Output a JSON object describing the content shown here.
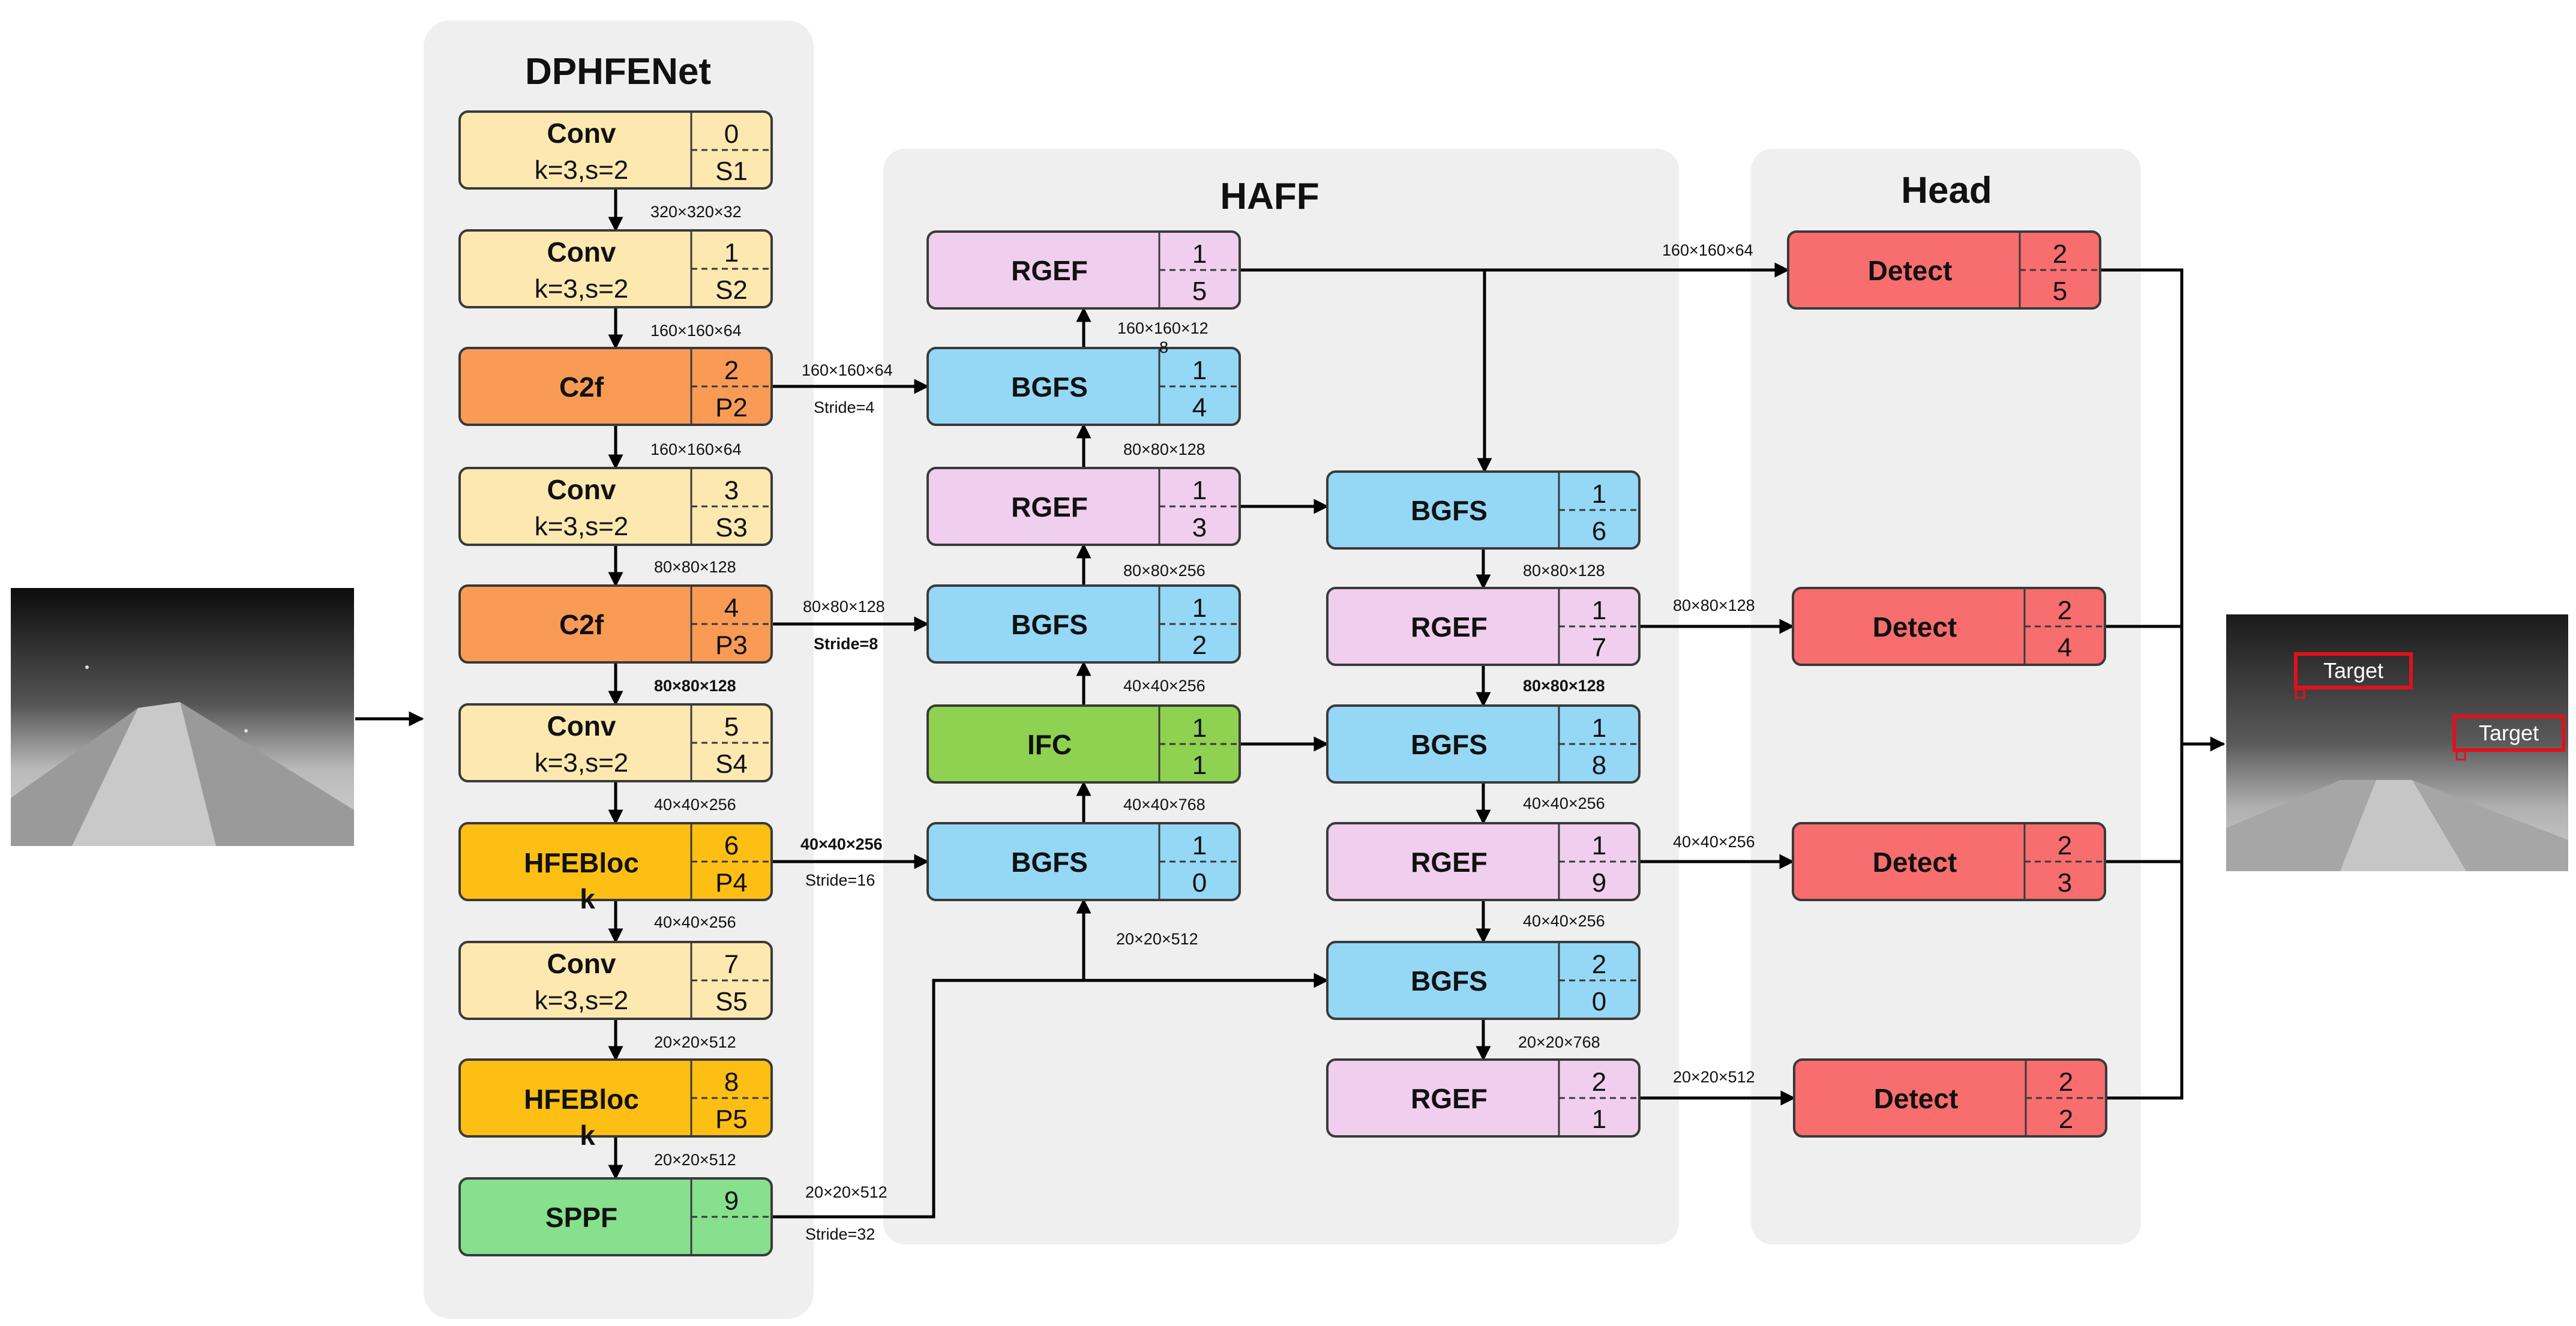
{
  "panels": {
    "backbone": "DPHFENet",
    "neck": "HAFF",
    "head": "Head"
  },
  "colors": {
    "panel_bg": "#efefef",
    "conv": "#fde9b0",
    "c2f": "#f99b55",
    "hfeb": "#fdbf14",
    "sppf": "#86e08e",
    "rgef": "#f0cfee",
    "bgfs": "#94d8f6",
    "ifc": "#8fd150",
    "detect": "#f86d6d",
    "target_box": "#e0111b"
  },
  "blocks": [
    {
      "id": "b0",
      "name": "Conv",
      "param": "k=3,s=2",
      "top": "0",
      "bottom": "S1"
    },
    {
      "id": "b1",
      "name": "Conv",
      "param": "k=3,s=2",
      "top": "1",
      "bottom": "S2"
    },
    {
      "id": "b2",
      "name": "C2f",
      "top": "2",
      "bottom": "P2"
    },
    {
      "id": "b3",
      "name": "Conv",
      "param": "k=3,s=2",
      "top": "3",
      "bottom": "S3"
    },
    {
      "id": "b4",
      "name": "C2f",
      "top": "4",
      "bottom": "P3"
    },
    {
      "id": "b5",
      "name": "Conv",
      "param": "k=3,s=2",
      "top": "5",
      "bottom": "S4"
    },
    {
      "id": "b6",
      "name": "HFEBloc",
      "name2": "k",
      "top": "6",
      "bottom": "P4"
    },
    {
      "id": "b7",
      "name": "Conv",
      "param": "k=3,s=2",
      "top": "7",
      "bottom": "S5"
    },
    {
      "id": "b8",
      "name": "HFEBloc",
      "name2": "k",
      "top": "8",
      "bottom": "P5"
    },
    {
      "id": "b9",
      "name": "SPPF",
      "top": "9",
      "bottom": ""
    },
    {
      "id": "b10",
      "name": "BGFS",
      "top": "1",
      "bottom": "0"
    },
    {
      "id": "b11",
      "name": "IFC",
      "top": "1",
      "bottom": "1"
    },
    {
      "id": "b12",
      "name": "BGFS",
      "top": "1",
      "bottom": "2"
    },
    {
      "id": "b13",
      "name": "RGEF",
      "top": "1",
      "bottom": "3"
    },
    {
      "id": "b14",
      "name": "BGFS",
      "top": "1",
      "bottom": "4"
    },
    {
      "id": "b15",
      "name": "RGEF",
      "top": "1",
      "bottom": "5"
    },
    {
      "id": "b16",
      "name": "BGFS",
      "top": "1",
      "bottom": "6"
    },
    {
      "id": "b17",
      "name": "RGEF",
      "top": "1",
      "bottom": "7"
    },
    {
      "id": "b18",
      "name": "BGFS",
      "top": "1",
      "bottom": "8"
    },
    {
      "id": "b19",
      "name": "RGEF",
      "top": "1",
      "bottom": "9"
    },
    {
      "id": "b20",
      "name": "BGFS",
      "top": "2",
      "bottom": "0"
    },
    {
      "id": "b21",
      "name": "RGEF",
      "top": "2",
      "bottom": "1"
    },
    {
      "id": "b22",
      "name": "Detect",
      "top": "2",
      "bottom": "2"
    },
    {
      "id": "b23",
      "name": "Detect",
      "top": "2",
      "bottom": "3"
    },
    {
      "id": "b24",
      "name": "Detect",
      "top": "2",
      "bottom": "4"
    },
    {
      "id": "b25",
      "name": "Detect",
      "top": "2",
      "bottom": "5"
    }
  ],
  "labels": [
    {
      "id": "l0",
      "text": "320×320×32"
    },
    {
      "id": "l1",
      "text": "160×160×64"
    },
    {
      "id": "l2",
      "text": "160×160×64"
    },
    {
      "id": "l3",
      "text": "80×80×128"
    },
    {
      "id": "l4",
      "text": "80×80×128"
    },
    {
      "id": "l5",
      "text": "40×40×256"
    },
    {
      "id": "l6",
      "text": "40×40×256"
    },
    {
      "id": "l7",
      "text": "20×20×512"
    },
    {
      "id": "l8",
      "text": "20×20×512"
    },
    {
      "id": "l9",
      "text": "160×160×64"
    },
    {
      "id": "l10",
      "text": "Stride=4"
    },
    {
      "id": "l11",
      "text": "80×80×128"
    },
    {
      "id": "l12",
      "text": "Stride=8"
    },
    {
      "id": "l13",
      "text": "40×40×256"
    },
    {
      "id": "l14",
      "text": "Stride=16"
    },
    {
      "id": "l15",
      "text": "20×20×512"
    },
    {
      "id": "l16",
      "text": "Stride=32"
    },
    {
      "id": "l17",
      "text": "160×160×12"
    },
    {
      "id": "l17b",
      "text": "8"
    },
    {
      "id": "l18",
      "text": "80×80×128"
    },
    {
      "id": "l19",
      "text": "80×80×256"
    },
    {
      "id": "l20",
      "text": "40×40×256"
    },
    {
      "id": "l21",
      "text": "40×40×768"
    },
    {
      "id": "l22",
      "text": "20×20×512"
    },
    {
      "id": "l23",
      "text": "80×80×128"
    },
    {
      "id": "l24",
      "text": "80×80×128"
    },
    {
      "id": "l25",
      "text": "40×40×256"
    },
    {
      "id": "l26",
      "text": "40×40×256"
    },
    {
      "id": "l27",
      "text": "20×20×768"
    },
    {
      "id": "l28",
      "text": "160×160×64"
    },
    {
      "id": "l29",
      "text": "80×80×128"
    },
    {
      "id": "l30",
      "text": "40×40×256"
    },
    {
      "id": "l31",
      "text": "20×20×512"
    }
  ],
  "targets": [
    "Target",
    "Target"
  ]
}
